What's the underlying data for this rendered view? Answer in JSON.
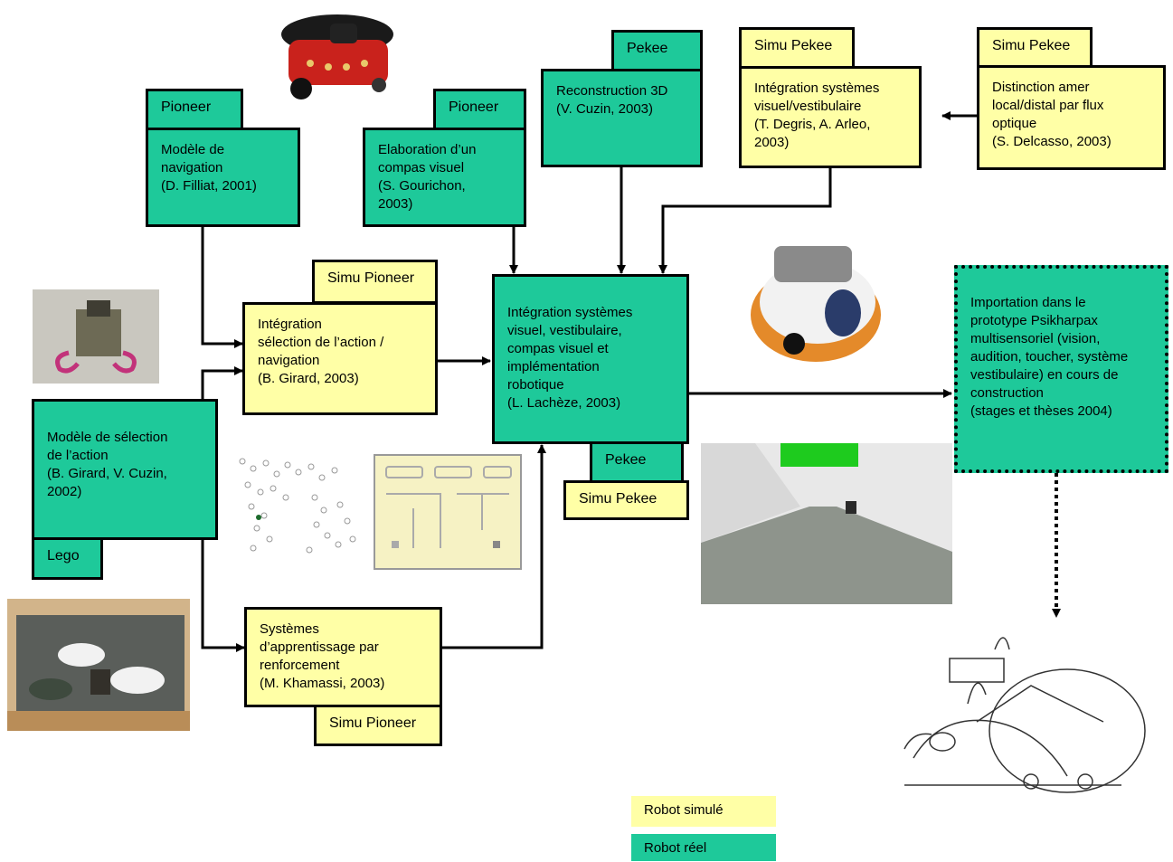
{
  "colors": {
    "real": "#1ec99a",
    "simulated": "#ffffa6"
  },
  "boxes": {
    "filliat": "Modèle de\nnavigation\n(D. Filliat, 2001)",
    "gourichon": "Elaboration d’un\ncompas visuel\n(S. Gourichon,\n2003)",
    "cuzin3d": "Reconstruction 3D\n(V. Cuzin, 2003)",
    "degris": "Intégration systèmes\nvisuel/vestibulaire\n(T. Degris, A. Arleo,\n2003)",
    "delcasso": "Distinction amer\nlocal/distal par flux\noptique\n(S. Delcasso, 2003)",
    "girard_integration": "Intégration\nsélection de l’action /\nnavigation\n(B. Girard, 2003)",
    "lacheze": "Intégration systèmes\nvisuel, vestibulaire,\ncompas visuel et\nimplémentation\nrobotique\n(L. Lachèze, 2003)",
    "selection": "Modèle de sélection\nde l’action\n(B. Girard, V. Cuzin,\n2002)",
    "khamassi": "Systèmes\nd’apprentissage par\nrenforcement\n(M. Khamassi, 2003)",
    "psikharpax": "Importation dans le\nprototype Psikharpax\nmultisensoriel (vision,\naudition, toucher, système\nvestibulaire) en cours de\nconstruction\n(stages et thèses 2004)"
  },
  "tags": {
    "pioneer1": "Pioneer",
    "pioneer2": "Pioneer",
    "pekee1": "Pekee",
    "simu_pekee1": "Simu Pekee",
    "simu_pekee2": "Simu Pekee",
    "simu_pioneer1": "Simu Pioneer",
    "pekee2": "Pekee",
    "simu_pekee3": "Simu Pekee",
    "lego": "Lego",
    "simu_pioneer2": "Simu Pioneer"
  },
  "legend": {
    "simulated": "Robot simulé",
    "real": "Robot réel"
  },
  "icons": [
    "pioneer-robot-photo",
    "lego-robot-photo",
    "arena-photo",
    "scatter-cells-image",
    "maze-image",
    "pekee-robot-photo",
    "virtual-corridor-image",
    "psikharpax-sketch"
  ]
}
